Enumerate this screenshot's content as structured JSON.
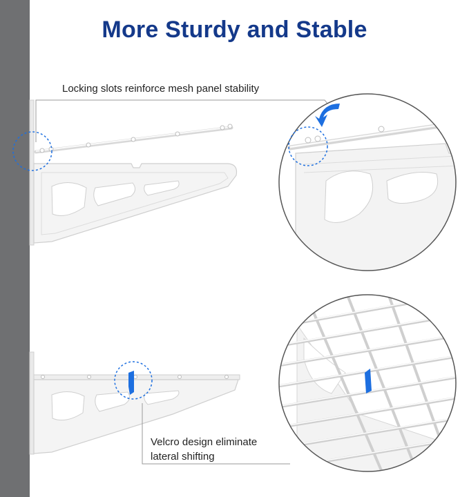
{
  "title": "More Sturdy and Stable",
  "callouts": {
    "top": "Locking slots reinforce mesh panel stability",
    "bottom_line1": "Velcro design eliminate",
    "bottom_line2": "lateral shifting"
  },
  "colors": {
    "title": "#14398a",
    "wall": "#6f7072",
    "accent_blue": "#1d6fe0",
    "bracket_white": "#f4f4f4",
    "outline": "#c8c8c8"
  }
}
